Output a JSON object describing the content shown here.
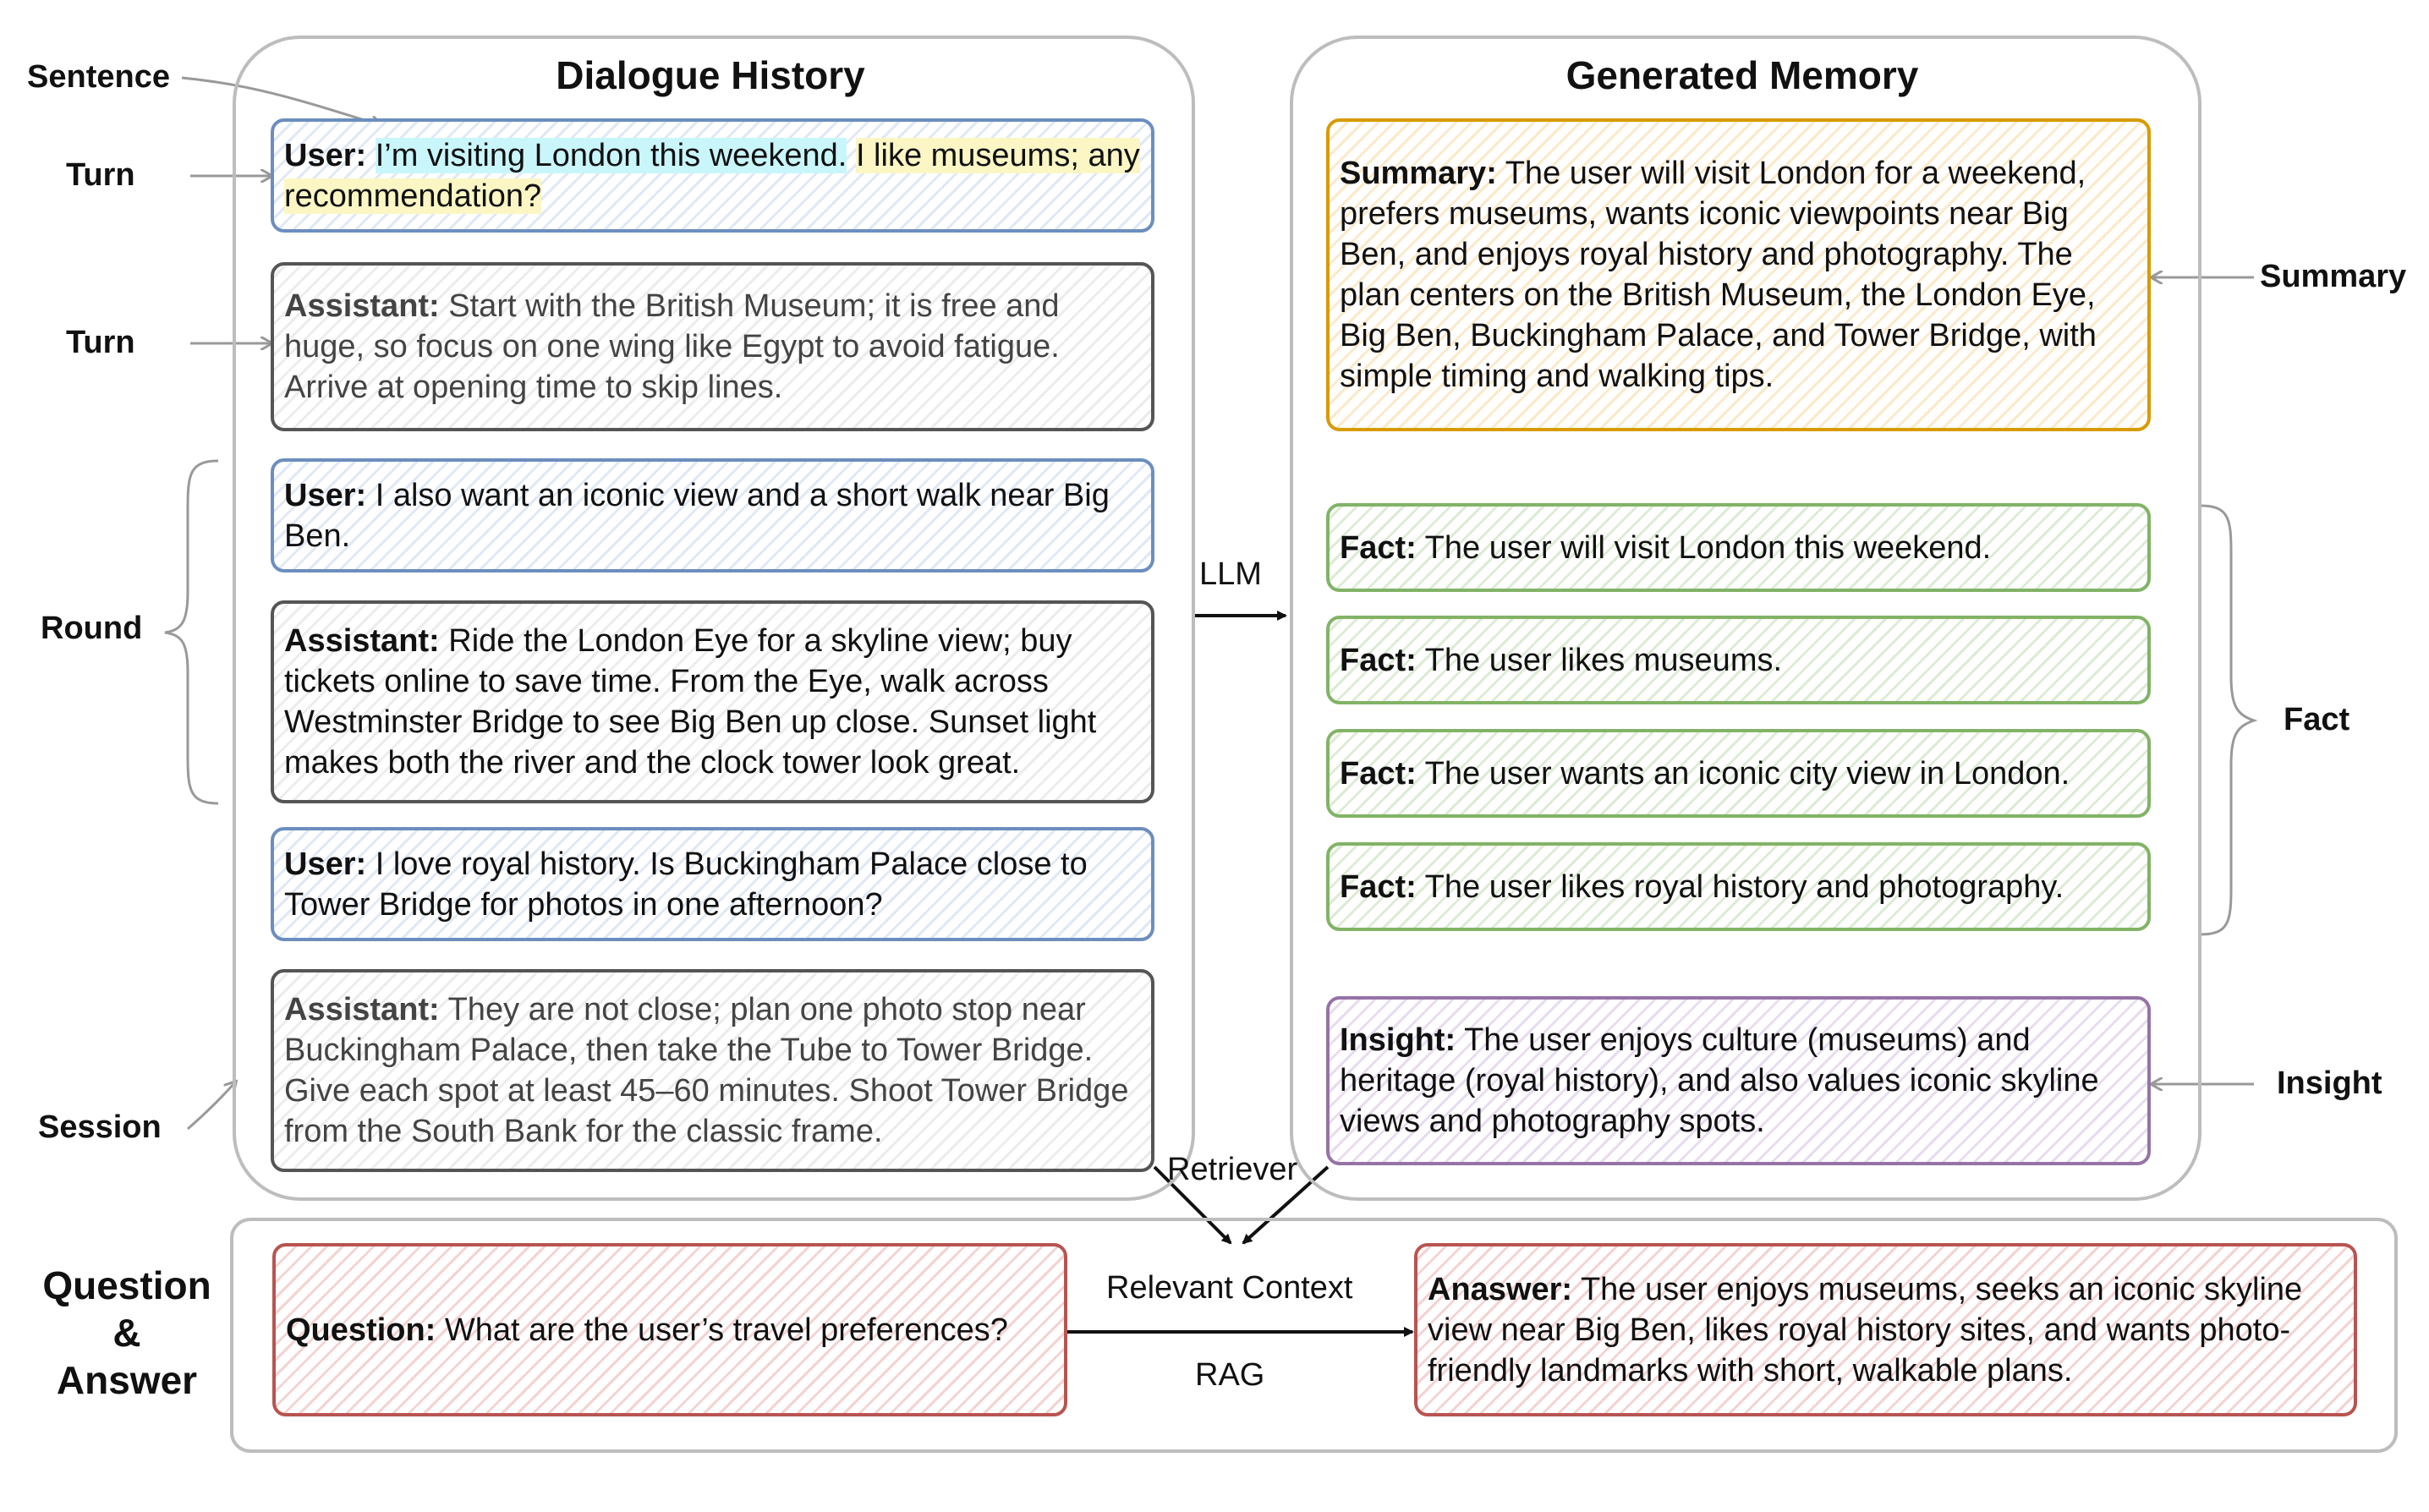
{
  "panels": {
    "dialogue_title": "Dialogue History",
    "memory_title": "Generated Memory"
  },
  "side_labels": {
    "sentence": "Sentence",
    "turn1": "Turn",
    "turn2": "Turn",
    "round": "Round",
    "session": "Session",
    "summary": "Summary",
    "fact": "Fact",
    "insight": "Insight",
    "qa_line1": "Question",
    "qa_line2": "&",
    "qa_line3": "Answer"
  },
  "edge_labels": {
    "llm": "LLM",
    "retriever": "Retriever",
    "relevant_context": "Relevant Context",
    "rag": "RAG"
  },
  "dialogue": {
    "t1_speaker": "User:",
    "t1_part1": "I’m visiting London this weekend.",
    "t1_part2": "I like museums; any recommendation?",
    "t2_speaker": "Assistant:",
    "t2_text": "Start with the British Museum; it is free and huge, so focus on one wing like Egypt to avoid fatigue. Arrive at opening time to skip lines.",
    "t3_speaker": "User:",
    "t3_text": "I also want an iconic view and a short walk near Big Ben.",
    "t4_speaker": "Assistant:",
    "t4_text": "Ride the London Eye for a skyline view; buy tickets online to save time. From the Eye, walk across Westminster Bridge to see Big Ben up close. Sunset light makes both the river and the clock tower look great.",
    "t5_speaker": "User:",
    "t5_text": "I love royal history. Is Buckingham Palace close to Tower Bridge for photos in one afternoon?",
    "t6_speaker": "Assistant:",
    "t6_text": "They are not close; plan one photo stop near Buckingham Palace, then take the Tube to Tower Bridge. Give each spot at least 45–60 minutes. Shoot Tower Bridge from the South Bank for the classic frame."
  },
  "memory": {
    "summary_key": "Summary:",
    "summary_text": "The user will visit London for a weekend, prefers museums, wants iconic viewpoints near Big Ben, and enjoys royal history and photography. The plan centers on the British Museum, the London Eye, Big Ben, Buckingham Palace, and Tower Bridge, with simple timing and walking tips.",
    "fact1_key": "Fact:",
    "fact1_text": "The user will visit London this weekend.",
    "fact2_key": "Fact:",
    "fact2_text": "The user likes museums.",
    "fact3_key": "Fact:",
    "fact3_text": "The user wants an iconic city view in London.",
    "fact4_key": "Fact:",
    "fact4_text": "The user likes royal history and photography.",
    "insight_key": "Insight:",
    "insight_text": "The user enjoys culture (museums) and heritage (royal history), and also values iconic skyline views and photography spots."
  },
  "qa": {
    "question_key": "Question:",
    "question_text": "What are the user’s travel preferences?",
    "answer_key": "Anaswer:",
    "answer_text": "The user enjoys museums, seeks an iconic skyline view near Big Ben, likes royal history sites, and wants photo-friendly landmarks with short, walkable plans."
  },
  "colors": {
    "panel_border": "#bdbdbd",
    "user_border": "#6c8ebf",
    "assistant_border": "#555555",
    "summary_border": "#d79b00",
    "fact_border": "#82b366",
    "insight_border": "#9673a6",
    "qa_border": "#b85450",
    "highlight_cyan": "#c9f6fb",
    "highlight_yellow": "#fbf6c4"
  }
}
